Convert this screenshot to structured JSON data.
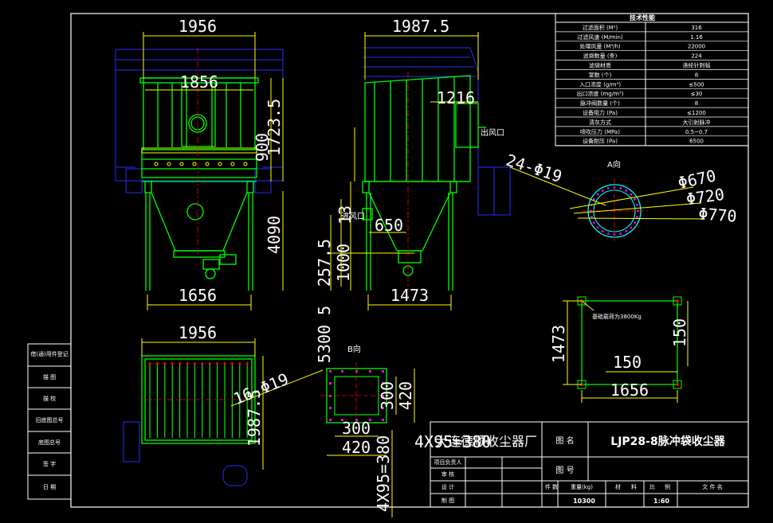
{
  "drawing_title": "LJP28-8脉冲袋收尘器",
  "company": "大连德顺收尘器厂",
  "weight_value": "10300",
  "scale_value": "1:60",
  "tech_table": {
    "title": "技术性能",
    "rows": [
      {
        "label": "过滤面积 (M²)",
        "value": "316"
      },
      {
        "label": "过滤风速 (M/min)",
        "value": "1.16"
      },
      {
        "label": "处理风量 (M³/h)",
        "value": "22000"
      },
      {
        "label": "滤袋数量 (条)",
        "value": "224"
      },
      {
        "label": "滤袋材质",
        "value": "涤纶针刺毡"
      },
      {
        "label": "室数 (个)",
        "value": "8"
      },
      {
        "label": "入口浓度 (g/m³)",
        "value": "≤500"
      },
      {
        "label": "出口浓度 (mg/m³)",
        "value": "≤30"
      },
      {
        "label": "脉冲阀数量 (个)",
        "value": "8"
      },
      {
        "label": "设备阻力 (Pa)",
        "value": "≤1200"
      },
      {
        "label": "清灰方式",
        "value": "大引射脉冲"
      },
      {
        "label": "喷吹压力 (MPa)",
        "value": "0.5~0.7"
      },
      {
        "label": "设备耐压 (Pa)",
        "value": "6500"
      }
    ]
  },
  "left_sidebar": [
    "借(通)用件登记",
    "描 图",
    "描 校",
    "旧底图总号",
    "底图总号",
    "签 字",
    "日 期"
  ],
  "title_block": {
    "name_label": "图 名",
    "number_label": "图 号",
    "row_labels": [
      "项目负责人",
      "审 核",
      "设 计",
      "制 图"
    ],
    "bottom_labels": [
      "件",
      "数",
      "重量(kg)",
      "材",
      "料",
      "比",
      "例",
      "文 件 名"
    ]
  },
  "dimensions": {
    "front_width_top": "1956",
    "front_inner_width": "1856",
    "front_height_900": "900",
    "front_height_1723": "1723.5",
    "front_height_4090": "4090",
    "front_leg_span": "1656",
    "side_width_top": "1987.5",
    "side_outlet_offset": "1216",
    "side_hopper_650": "650",
    "side_leg_span": "1473",
    "side_vertical_13": "13",
    "side_vertical_257": "257.5",
    "side_vertical_1000": "1000",
    "side_vertical_stack": "5300 5",
    "plan_width": "1956",
    "plan_depth": "1987.5",
    "plan_holes": "16-Φ19",
    "flange_holes": "24-Φ19",
    "flange_d1": "Φ670",
    "flange_d2": "Φ720",
    "flange_d3": "Φ770",
    "b_300_h": "300",
    "b_420_h": "420",
    "b_300_v": "300",
    "b_420_v": "420",
    "b_bolts_h": "4X95=380",
    "b_bolts_v": "4X95=380",
    "found_1473": "1473",
    "found_150_v": "150",
    "found_150_h": "150",
    "found_1656": "1656"
  },
  "labels": {
    "outlet": "出风口",
    "inlet": "进风口",
    "view_a": "A向",
    "view_b": "B向",
    "found_note": "基础载荷为3800Kg"
  },
  "colors": {
    "structure": "#00ff00",
    "dimension": "#ffff00",
    "center": "#ff0000",
    "hidden": "#0000ff",
    "text": "#ffffff",
    "flange": "#00ffff"
  }
}
